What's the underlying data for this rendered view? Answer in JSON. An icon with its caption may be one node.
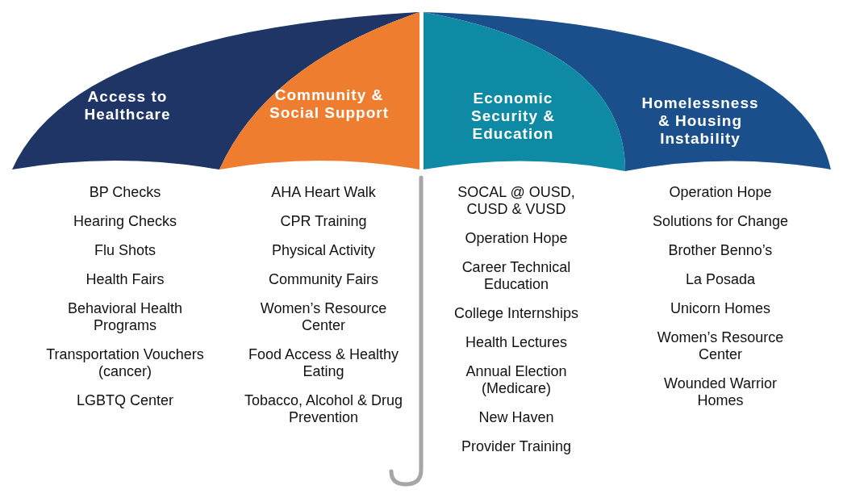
{
  "diagram": {
    "nodes": [
      {
        "text": [
          "Access to Healthcare"
        ],
        "beside": [
          "BP Checks",
          "Hearing Checks",
          "Flu Shots",
          "Health Fairs",
          "Behavioral Health Programs",
          "Transportation Vouchers (cancer)",
          "LGBTQ Center"
        ]
      },
      {
        "text": [
          "Community & Social Support"
        ],
        "beside": [
          "AHA Heart Walk",
          "CPR Training",
          "Physical Activity",
          "Community Fairs",
          "Women’s Resource Center",
          "Food Access & Healthy Eating",
          "Tobacco, Alcohol  & Drug Prevention"
        ]
      },
      {
        "text": [
          "Economic Security & Education"
        ],
        "beside": [
          "SOCAL @ OUSD, CUSD & VUSD",
          "Operation Hope",
          "Career Technical Education",
          "College Internships",
          "Health Lectures",
          "Annual Election (Medicare)",
          "New Haven",
          "Provider Training"
        ]
      },
      {
        "text": [
          "Homelessness & Housing Instability"
        ],
        "beside": [
          "Operation Hope",
          "Solutions for Change",
          "Brother Benno’s",
          "La Posada",
          "Unicorn Homes",
          "Women’s Resource Center",
          "Wounded Warrior Homes"
        ]
      }
    ]
  }
}
